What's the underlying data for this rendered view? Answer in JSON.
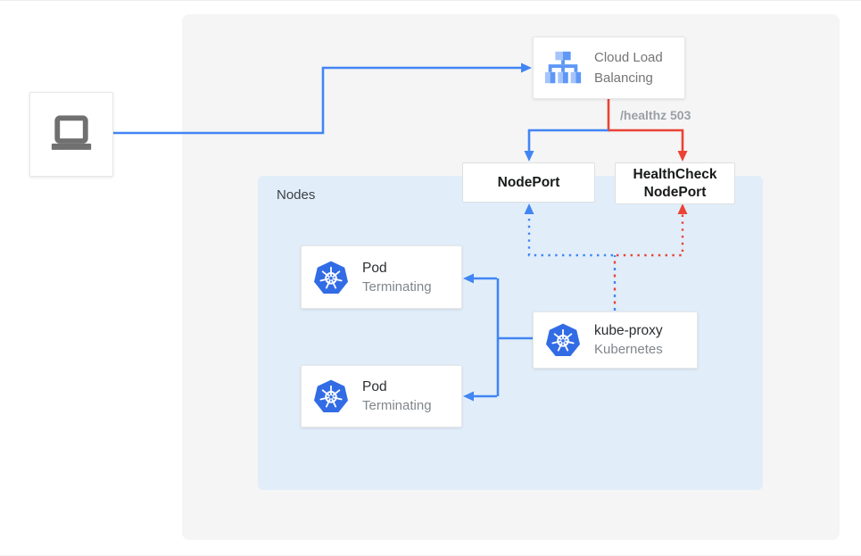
{
  "colors": {
    "blue": "#4285F4",
    "red": "#EA4335",
    "panel_background": "#F5F5F5",
    "nodes_background": "#E1EEFA",
    "kubernetes_blue": "#326CE5",
    "gray_text": "#80868B",
    "edge_label_gray": "#9AA0A6"
  },
  "nodes_group": {
    "label": "Nodes"
  },
  "edge_label": "/healthz 503",
  "boxes": {
    "client": {
      "icon": "laptop-icon"
    },
    "cloud_lb": {
      "title": "Cloud Load Balancing",
      "icon": "load-balancer-icon"
    },
    "nodeport": {
      "title": "NodePort"
    },
    "healthcheck_nodeport": {
      "title": "HealthCheck NodePort"
    },
    "pod1": {
      "title": "Pod",
      "subtitle": "Terminating",
      "icon": "kubernetes-icon"
    },
    "pod2": {
      "title": "Pod",
      "subtitle": "Terminating",
      "icon": "kubernetes-icon"
    },
    "kube_proxy": {
      "title": "kube-proxy",
      "subtitle": "Kubernetes",
      "icon": "kubernetes-icon"
    }
  }
}
